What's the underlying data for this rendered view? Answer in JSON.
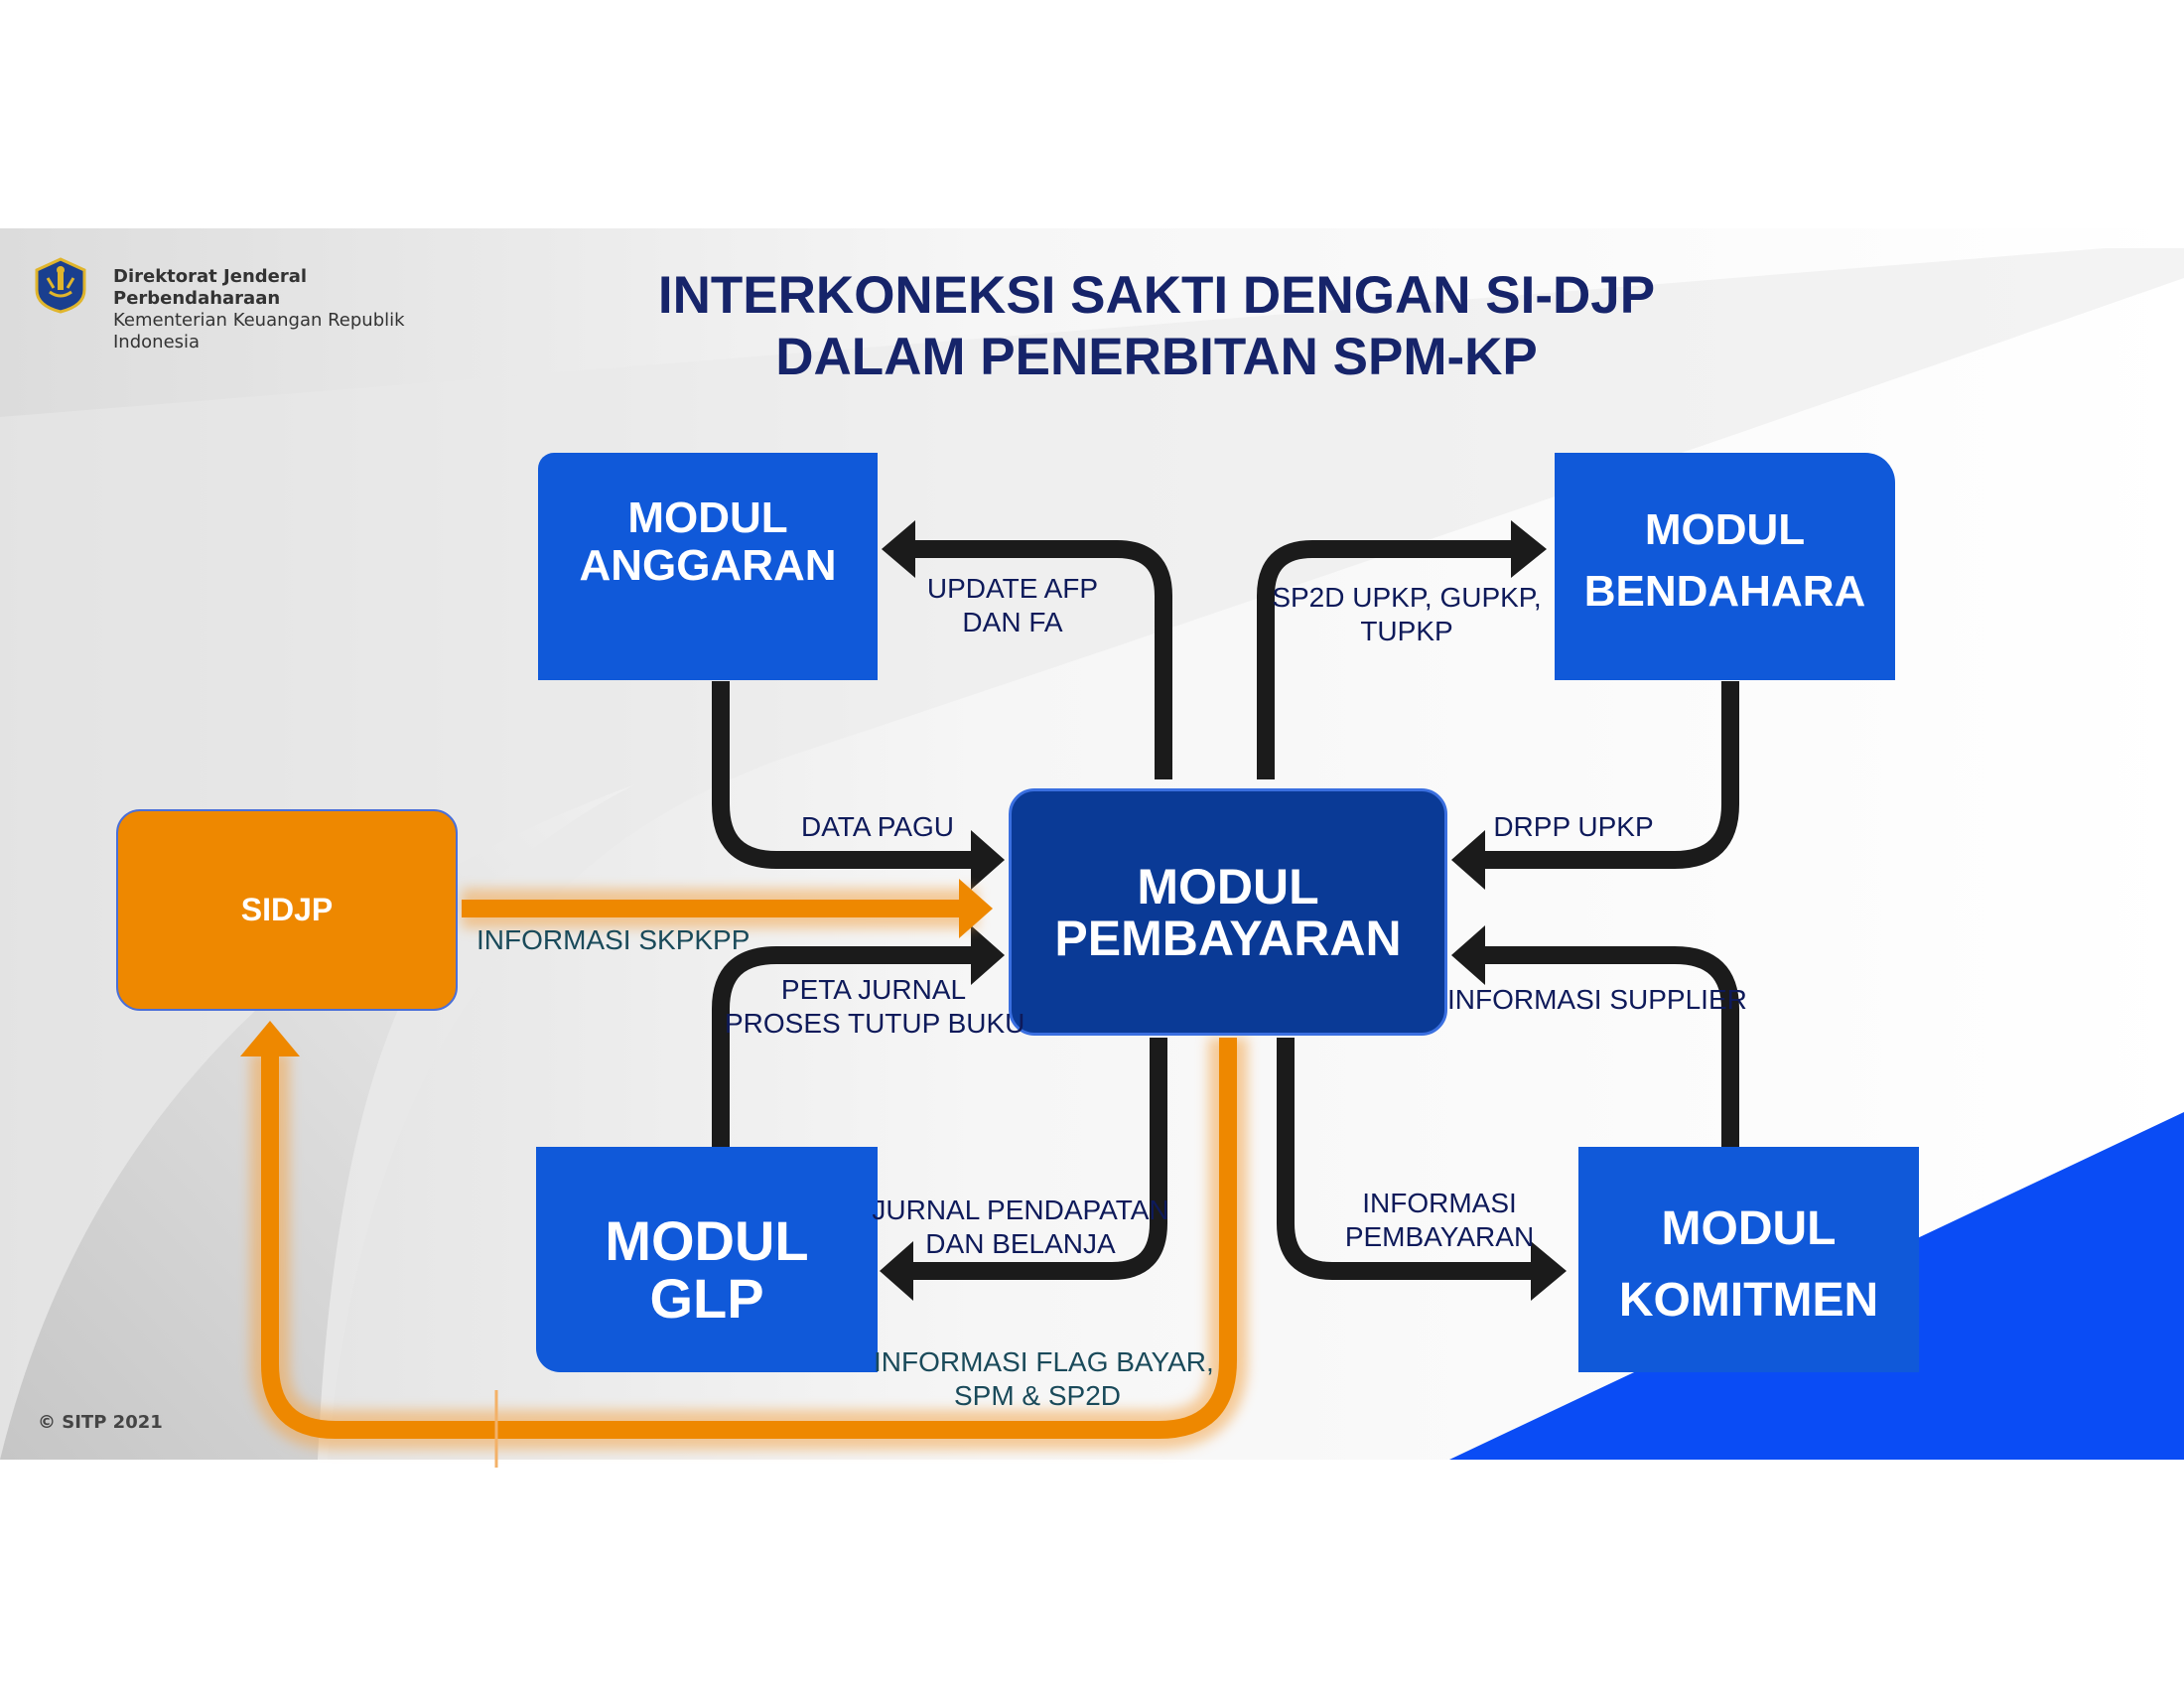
{
  "header": {
    "org_line1": "Direktorat Jenderal",
    "org_line2": "Perbendaharaan",
    "org_line3": "Kementerian Keuangan Republik",
    "org_line4": "Indonesia"
  },
  "title": {
    "line1": "INTERKONEKSI SAKTI DENGAN SI-DJP",
    "line2": "DALAM PENERBITAN SPM-KP"
  },
  "modules": {
    "anggaran": {
      "line1": "MODUL",
      "line2": "ANGGARAN"
    },
    "bendahara": {
      "line1": "MODUL",
      "line2": "BENDAHARA"
    },
    "pembayaran": {
      "line1": "MODUL",
      "line2": "PEMBAYARAN"
    },
    "glp": {
      "line1": "MODUL",
      "line2": "GLP"
    },
    "komitmen": {
      "line1": "MODUL",
      "line2": "KOMITMEN"
    },
    "sidjp": {
      "label": "SIDJP"
    }
  },
  "flows": {
    "update_afp": {
      "line1": "UPDATE AFP",
      "line2": "DAN FA"
    },
    "sp2d": {
      "line1": "SP2D UPKP, GUPKP,",
      "line2": "TUPKP"
    },
    "data_pagu": "DATA PAGU",
    "drpp_upkp": "DRPP UPKP",
    "informasi_skpkpp": "INFORMASI SKPKPP",
    "peta_jurnal": {
      "line1": "PETA JURNAL",
      "line2": "PROSES TUTUP BUKU"
    },
    "informasi_supplier": "INFORMASI SUPPLIER",
    "jurnal_pendapatan": {
      "line1": "JURNAL PENDAPATAN",
      "line2": "DAN BELANJA"
    },
    "informasi_pembayaran": {
      "line1": "INFORMASI",
      "line2": "PEMBAYARAN"
    },
    "informasi_flag": {
      "line1": "INFORMASI FLAG BAYAR,",
      "line2": "SPM & SP2D"
    }
  },
  "footer": {
    "copyright": "© SITP 2021"
  },
  "colors": {
    "module_blue": "#1059d9",
    "module_dark": "#0a3a96",
    "sidjp_orange": "#ee8800",
    "arrow_black": "#1b1b1b",
    "title_navy": "#16246a",
    "accent_blue": "#0a4cf5"
  }
}
